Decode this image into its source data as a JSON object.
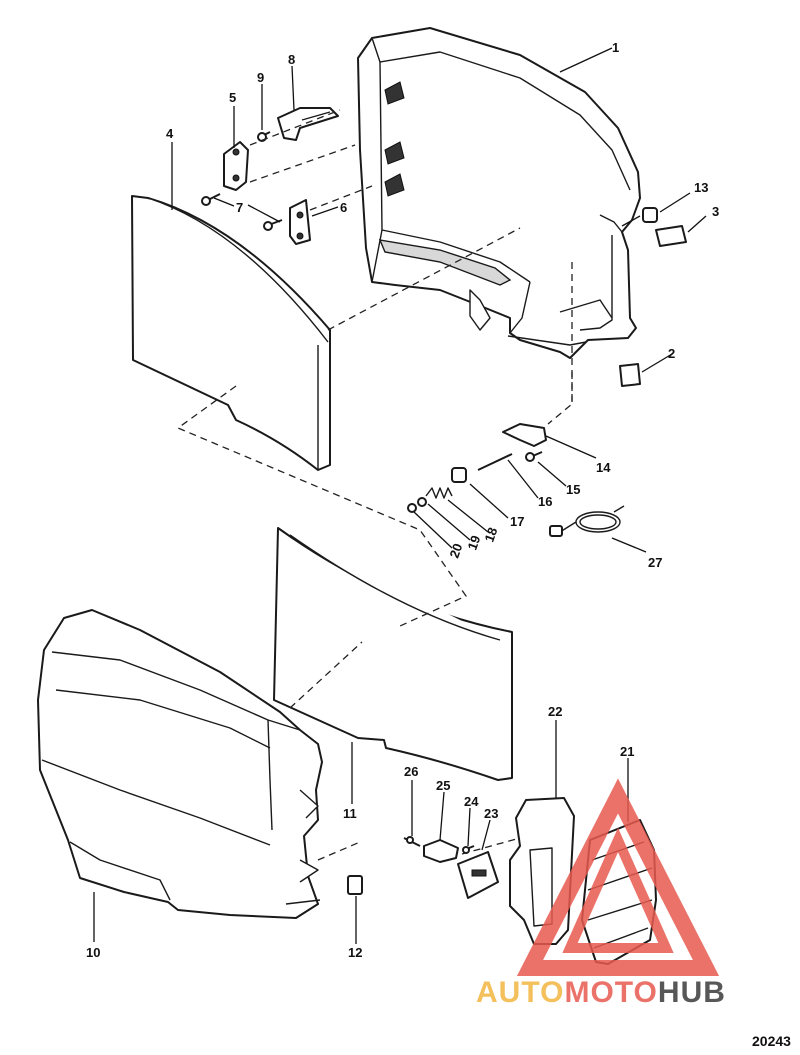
{
  "diagram": {
    "figure_number": "20243",
    "callouts": [
      "1",
      "2",
      "3",
      "4",
      "5",
      "6",
      "7",
      "8",
      "9",
      "10",
      "11",
      "12",
      "13",
      "14",
      "15",
      "16",
      "17",
      "18",
      "19",
      "20",
      "21",
      "22",
      "23",
      "24",
      "25",
      "26",
      "27"
    ]
  },
  "watermark": {
    "part1": "AUTO",
    "part2": "MOTO",
    "part3": "HUB",
    "colors": {
      "auto": "#f2b640",
      "moto": "#e85a4f",
      "hub": "#3a3a3a",
      "triangle": "#e85a4f"
    }
  }
}
